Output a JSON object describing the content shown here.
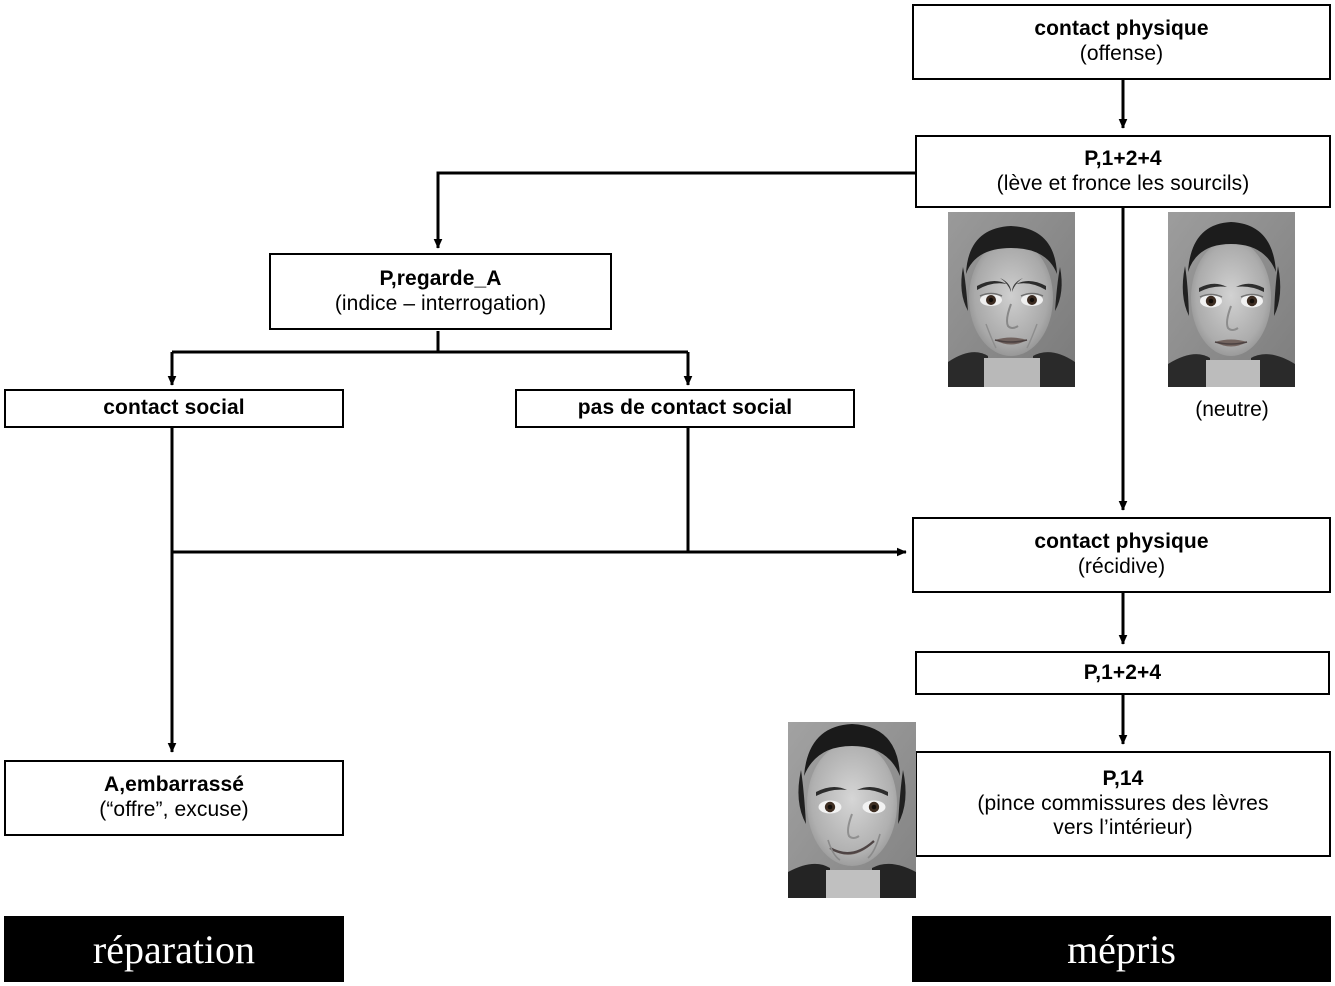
{
  "diagram": {
    "title": "",
    "nodes": [
      {
        "id": "contact_physique_offense",
        "title": "contact physique",
        "sub": "(offense)"
      },
      {
        "id": "p124_top",
        "title": "P,1+2+4",
        "sub": "(lève et fronce les sourcils)"
      },
      {
        "id": "p_regarde_a",
        "title": "P,regarde_A",
        "sub": "(indice – interrogation)"
      },
      {
        "id": "contact_social",
        "title": "contact social",
        "sub": ""
      },
      {
        "id": "pas_de_contact_social",
        "title": "pas de contact social",
        "sub": ""
      },
      {
        "id": "contact_physique_recidive",
        "title": "contact physique",
        "sub": "(récidive)"
      },
      {
        "id": "p124_bottom",
        "title": "P,1+2+4",
        "sub": ""
      },
      {
        "id": "p14",
        "title": "P,14",
        "sub": "(pince commissures des lèvres\nvers l’intérieur)"
      },
      {
        "id": "a_embarrasse",
        "title": "A,embarrassé",
        "sub": "(“offre”, excuse)"
      }
    ],
    "labels": {
      "neutre": "(neutre)"
    },
    "banners": [
      {
        "id": "reparation",
        "text": "réparation"
      },
      {
        "id": "mepris",
        "text": "mépris"
      }
    ],
    "photos": [
      {
        "id": "face-expressive-brows",
        "caption": ""
      },
      {
        "id": "face-neutral",
        "caption": "(neutre)"
      },
      {
        "id": "face-smirk",
        "caption": ""
      }
    ],
    "colors": {
      "line": "#000000",
      "box_border": "#000000",
      "box_fill": "#ffffff",
      "banner_fill": "#000000",
      "banner_text": "#ffffff"
    }
  }
}
